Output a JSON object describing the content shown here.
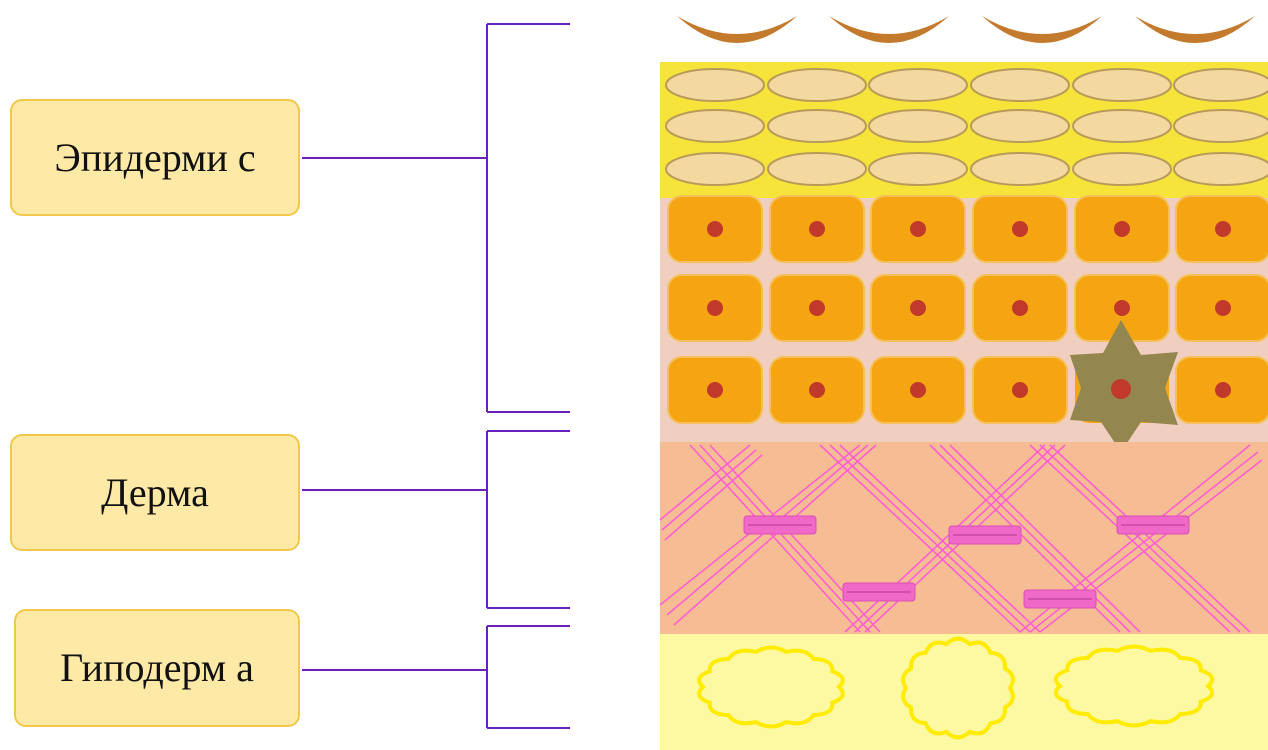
{
  "layers": {
    "epidermis": {
      "label": "Эпидерми с"
    },
    "dermis": {
      "label": "Дерма"
    },
    "hypodermis": {
      "label": "Гиподерм а"
    }
  },
  "colors": {
    "bracket": "#6a1fbf",
    "label_fill": "#ffe9a6",
    "label_border": "#f2c84a",
    "stratum_corneum": "#c47a2c",
    "granular_layer": "#f7e43a",
    "granular_cells": "#f3d9a0",
    "spinous_background": "#f0cfc0",
    "keratinocyte": "#f6a512",
    "nucleus": "#c0392b",
    "melanocyte": "#93864f",
    "dermis": "#f6bd94",
    "collagen": "#ff5fd2",
    "fibroblast": "#f068c8",
    "hypodermis": "#fdf8a2",
    "fat_cell": "#ffec00"
  }
}
